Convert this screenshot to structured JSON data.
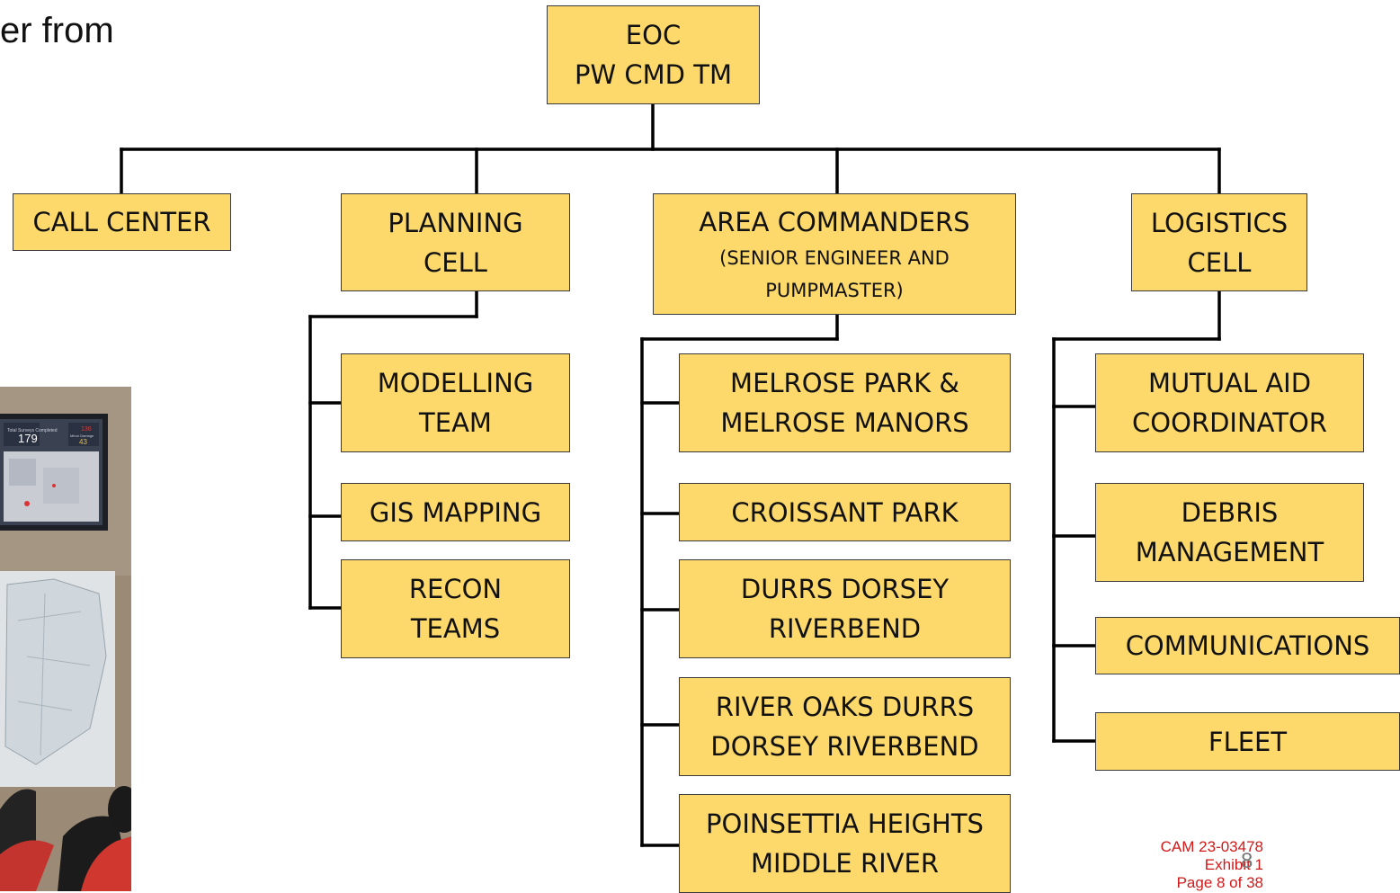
{
  "slide_title_fragment": "er from",
  "root": {
    "line1": "EOC",
    "line2": "PW CMD TM"
  },
  "branches": {
    "call_center": {
      "line1": "CALL CENTER"
    },
    "planning": {
      "line1": "PLANNING",
      "line2": "CELL"
    },
    "area": {
      "line1": "AREA COMMANDERS",
      "sub1": "(SENIOR ENGINEER AND",
      "sub2": "PUMPMASTER)"
    },
    "logistics": {
      "line1": "LOGISTICS",
      "line2": "CELL"
    }
  },
  "planning_children": [
    {
      "line1": "MODELLING",
      "line2": "TEAM"
    },
    {
      "line1": "GIS MAPPING"
    },
    {
      "line1": "RECON",
      "line2": "TEAMS"
    }
  ],
  "area_children": [
    {
      "line1": "MELROSE PARK &",
      "line2": "MELROSE MANORS"
    },
    {
      "line1": "CROISSANT PARK"
    },
    {
      "line1": "DURRS DORSEY",
      "line2": "RIVERBEND"
    },
    {
      "line1": "RIVER OAKS DURRS",
      "line2": "DORSEY RIVERBEND"
    },
    {
      "line1": "POINSETTIA HEIGHTS",
      "line2": "MIDDLE RIVER"
    }
  ],
  "logistics_children": [
    {
      "line1": "MUTUAL AID",
      "line2": "COORDINATOR"
    },
    {
      "line1": "DEBRIS",
      "line2": "MANAGEMENT"
    },
    {
      "line1": "COMMUNICATIONS"
    },
    {
      "line1": "FLEET"
    }
  ],
  "photo_dashboard": {
    "label1": "Total Surveys Completed",
    "value1": "179",
    "value2": "136",
    "label2": "Minor Damage",
    "value3": "43"
  },
  "footer": {
    "line1": "CAM 23-03478",
    "line2": "Exhibit 1",
    "line3": "Page 8 of 38"
  },
  "slide_number": "8"
}
